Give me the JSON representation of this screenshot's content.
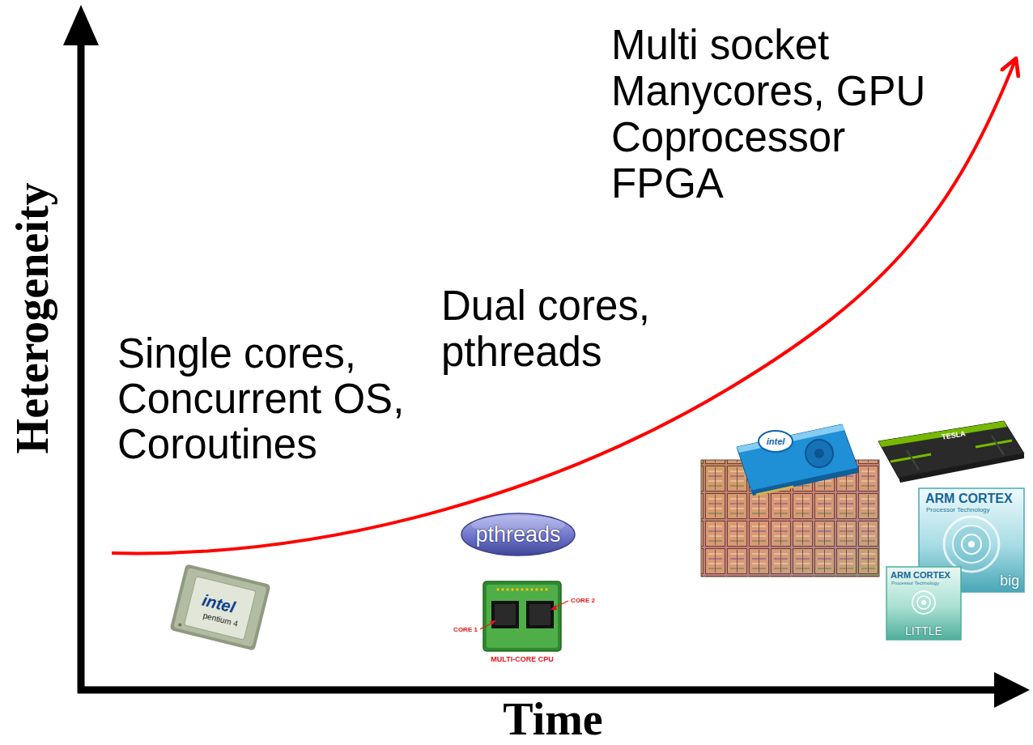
{
  "diagram": {
    "nodes": [
      {
        "text": [
          "intel",
          "pentium 4"
        ]
      },
      {
        "text": [
          "pthreads"
        ]
      },
      {
        "text": [
          "CORE 1",
          "CORE 2",
          "MULTI-CORE CPU"
        ]
      },
      {
        "text": [
          "intel"
        ]
      },
      {
        "text": [
          "TESLA"
        ]
      },
      {
        "text": [
          "ARM CORTEX",
          "Processor Technology",
          "big"
        ]
      },
      {
        "text": [
          "ARM CORTEX",
          "Processor Technology",
          "LITTLE"
        ]
      }
    ],
    "labels": [
      "Heterogeneity",
      "Time",
      "Single cores, Concurrent OS, Coroutines",
      "Dual cores, pthreads",
      "Multi socket Manycores, GPU Coprocessor FPGA"
    ]
  }
}
